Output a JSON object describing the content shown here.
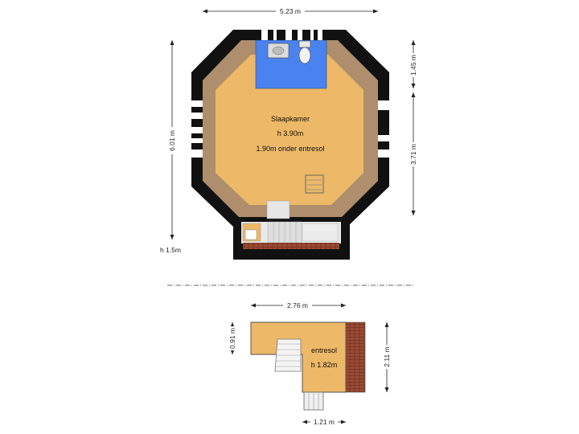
{
  "floor_main": {
    "room_name": "Slaapkamer",
    "room_height": "h 3.90m",
    "room_note": "1.90m onder entresol",
    "dimensions": {
      "top_width": "5.23 m",
      "left_height": "6.01 m",
      "right_upper": "1.45 m",
      "right_lower": "3.71 m"
    },
    "stair_height": "h 1.5m"
  },
  "floor_mezzanine": {
    "room_name": "entresol",
    "room_height": "h 1.82m",
    "dimensions": {
      "top_width": "2.76 m",
      "left_height": "0.91 m",
      "right_height": "2.11 m",
      "bottom_width": "1.21 m"
    }
  },
  "colors": {
    "wall": "#111111",
    "floor": "#EDB867",
    "wood_border": "#AE8E6C",
    "bathroom": "#4A82F0",
    "roof_tiles": "#9C4A34"
  }
}
